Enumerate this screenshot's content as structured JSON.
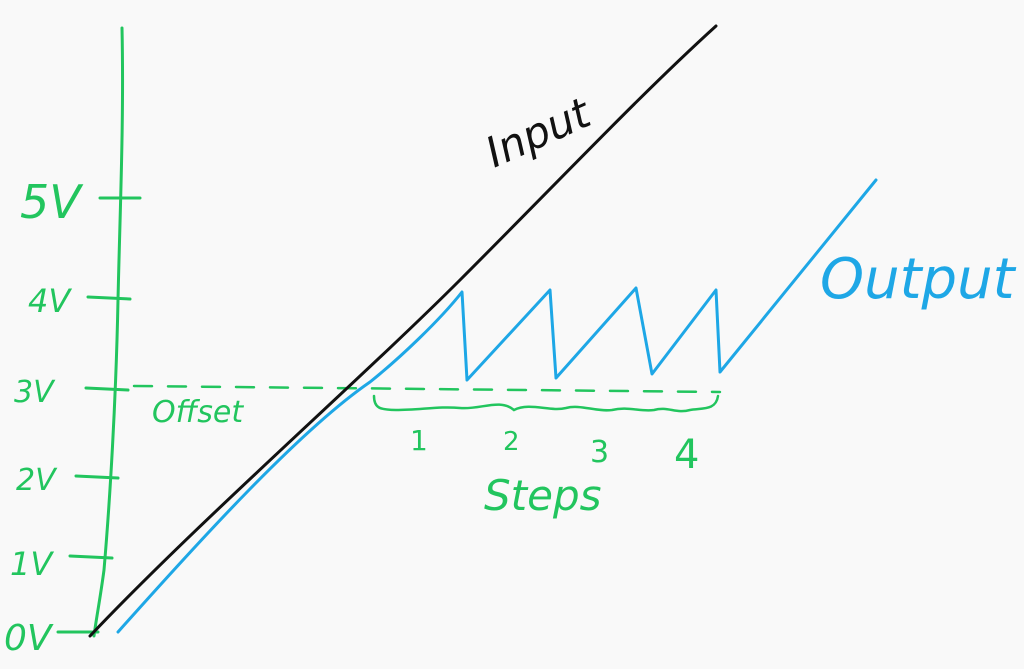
{
  "axis": {
    "tick_labels": [
      "0V",
      "1V",
      "2V",
      "3V",
      "4V",
      "5V"
    ]
  },
  "labels": {
    "input": "Input",
    "output": "Output",
    "offset": "Offset",
    "steps": "Steps",
    "step_numbers": [
      "1",
      "2",
      "3",
      "4"
    ]
  },
  "colors": {
    "background": "#f9f9f9",
    "axis": "#22c55e",
    "input": "#111111",
    "output": "#1ea7e6"
  }
}
